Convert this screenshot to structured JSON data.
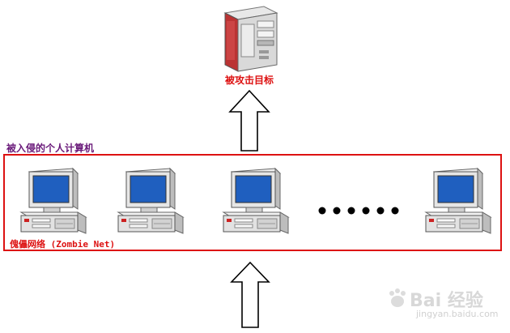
{
  "labels": {
    "target": "被攻击目标",
    "compromised_group": "被入侵的个人计算机",
    "botnet": "傀儡网络 (Zombie Net)"
  },
  "computers": [
    {
      "id": "pc-1"
    },
    {
      "id": "pc-2"
    },
    {
      "id": "pc-3"
    },
    {
      "id": "pc-4"
    }
  ],
  "ellipsis_dots": 6,
  "watermark": {
    "text": "Bai 经验",
    "url": "jingyan.baidu.com"
  },
  "colors": {
    "frame": "#dd1111",
    "group_label": "#6a1a7a",
    "target_label": "#dd1111",
    "screen": "#1f5fbf",
    "case": "#e6e6e6"
  },
  "icons": [
    "server-icon",
    "computer-icon",
    "arrow-up-icon",
    "baidu-paw-icon"
  ]
}
